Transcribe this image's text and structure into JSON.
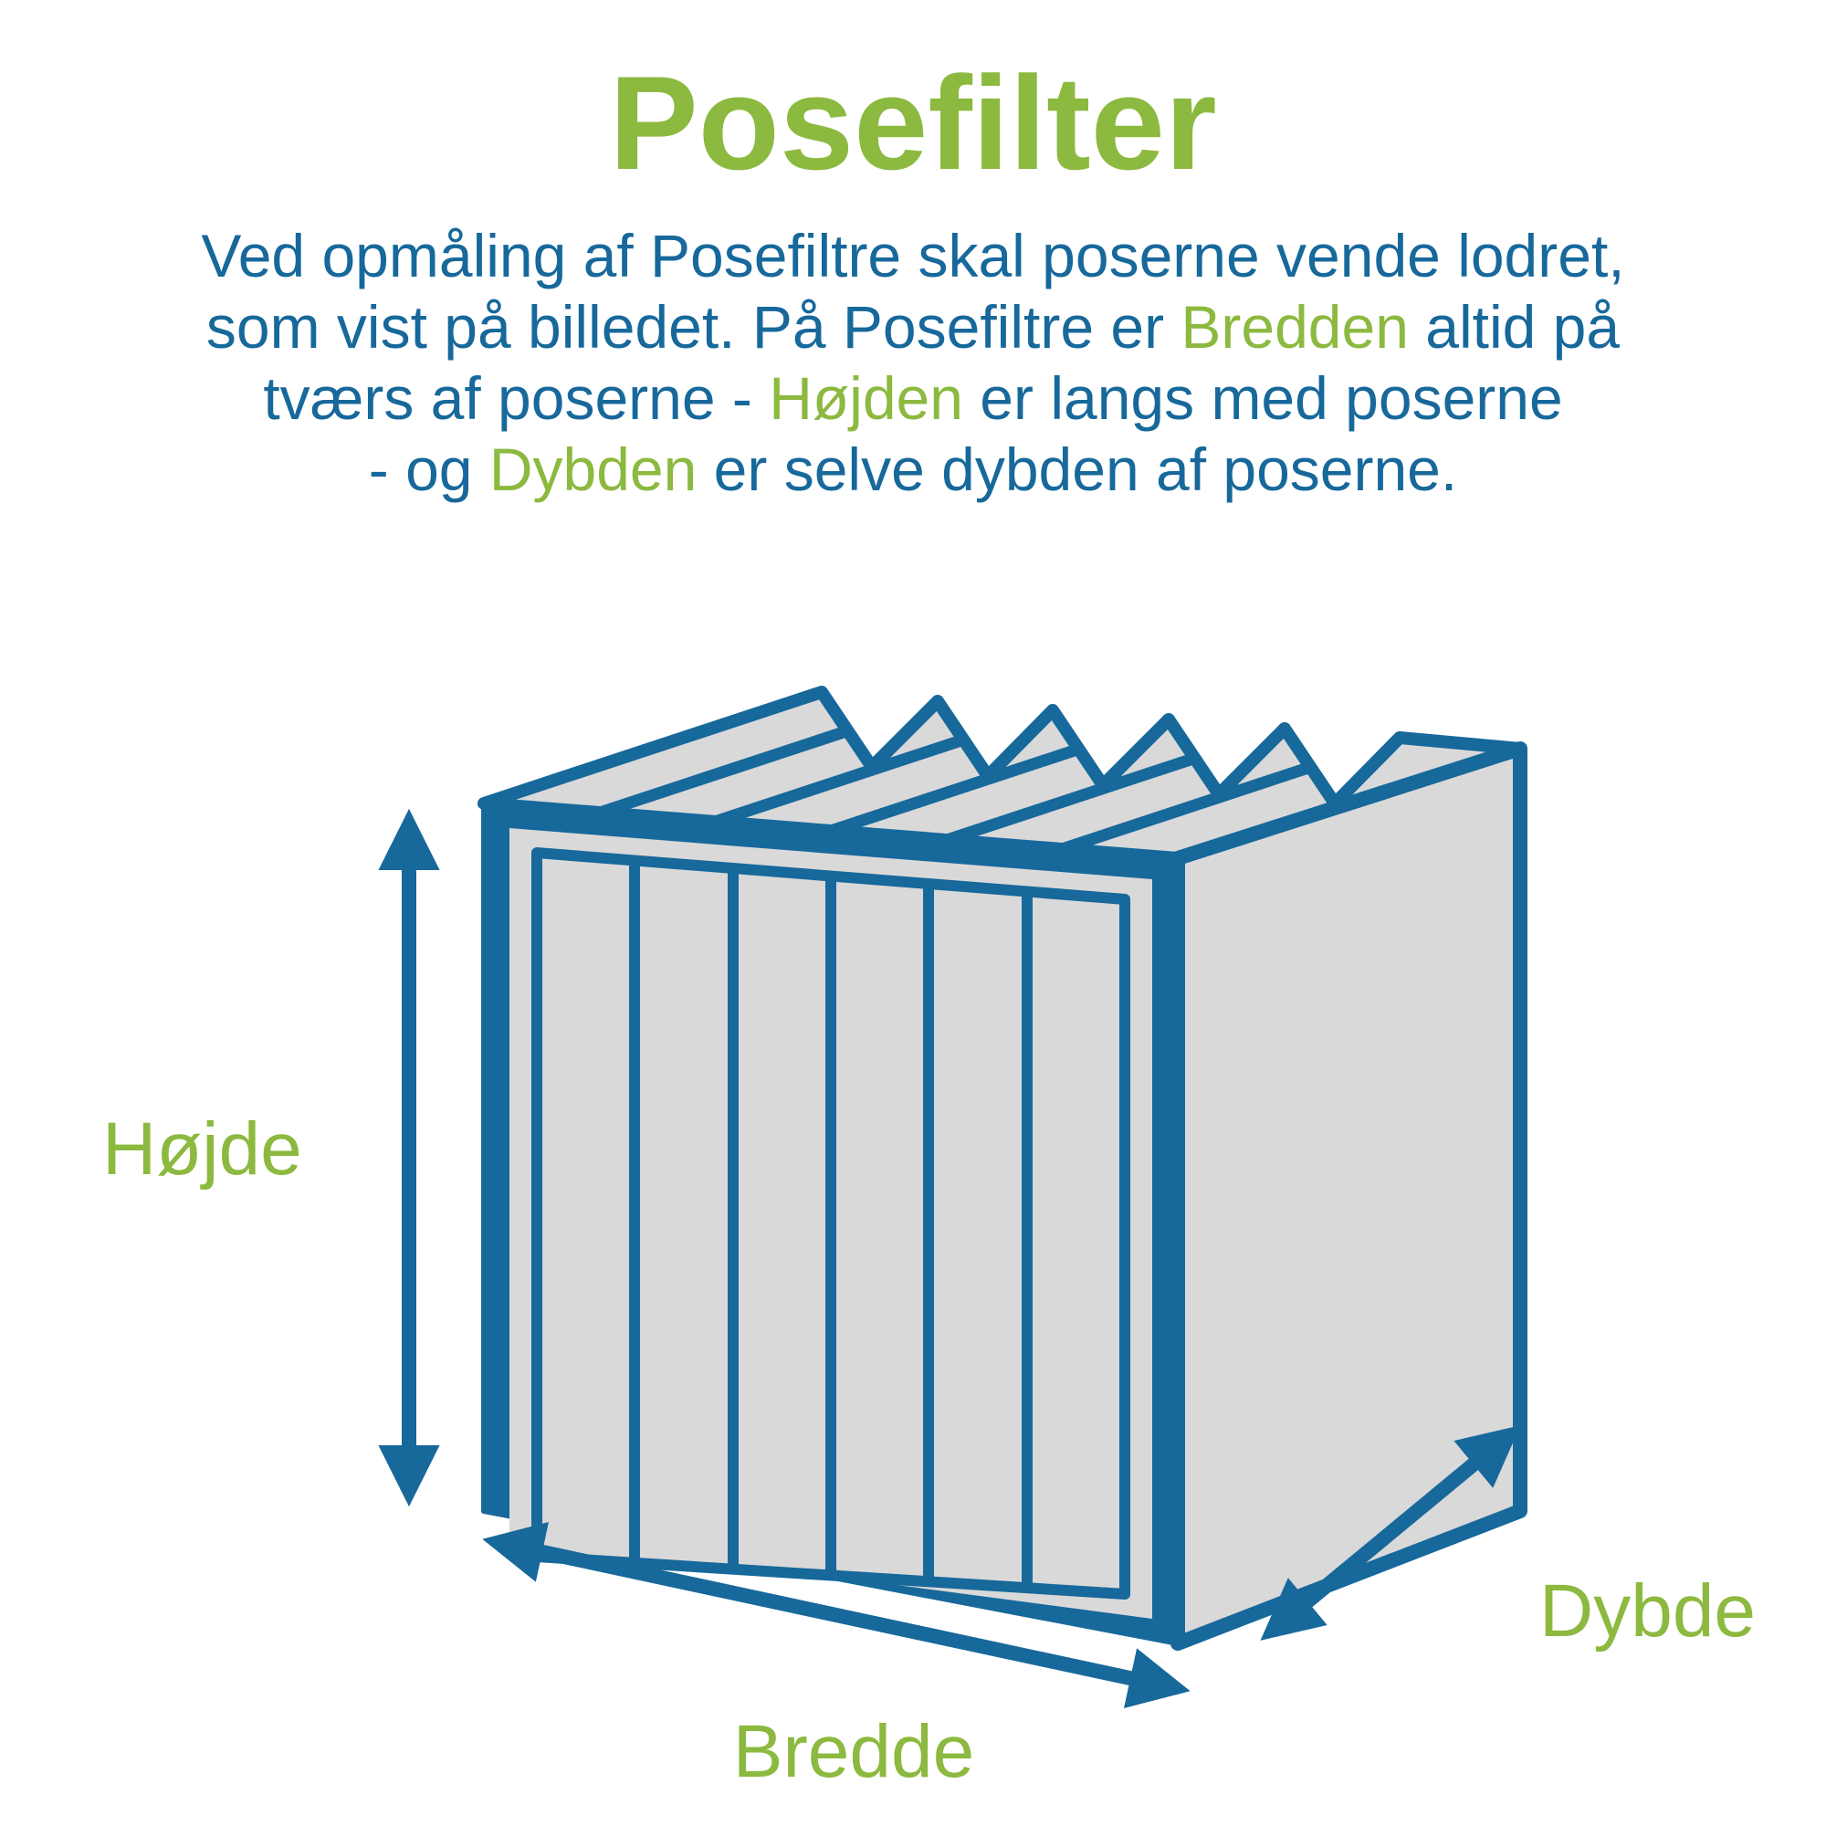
{
  "colors": {
    "green": "#8cb93f",
    "blue": "#17689b",
    "gray": "#d9d9d9",
    "white": "#ffffff"
  },
  "title": "Posefilter",
  "intro": {
    "line1": {
      "pre": "Ved opmåling af Posefiltre skal poserne vende lodret,"
    },
    "line2": {
      "pre": "som vist på billedet. På Posefiltre er ",
      "highlight": "Bredden",
      "post": " altid på"
    },
    "line3": {
      "pre": "tværs af poserne - ",
      "highlight": "Højden",
      "post": " er langs med poserne"
    },
    "line4": {
      "pre": "- og ",
      "highlight": "Dybden",
      "post": " er selve dybden af poserne."
    }
  },
  "dimension_labels": {
    "height": "Højde",
    "width": "Bredde",
    "depth": "Dybde"
  },
  "figure": {
    "name": "bag-filter-3d-illustration",
    "pocket_count": 6
  }
}
